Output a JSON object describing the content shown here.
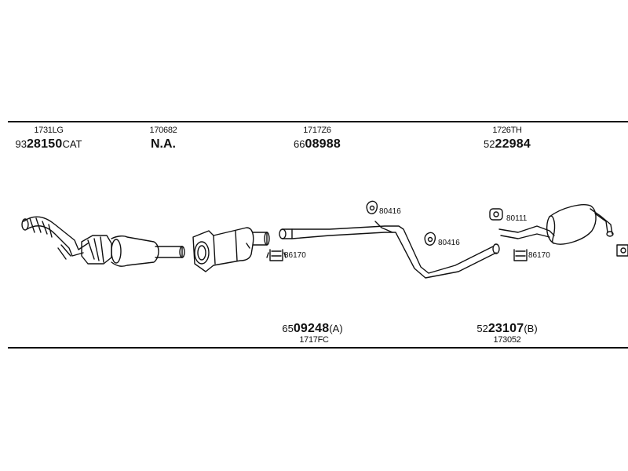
{
  "top_parts": [
    {
      "code": "1731LG",
      "prefix": "93",
      "number": "28150",
      "suffix": "CAT"
    },
    {
      "code": "170682",
      "text": "N.A."
    },
    {
      "code": "1717Z6",
      "prefix": "66",
      "number": "08988",
      "suffix": ""
    },
    {
      "code": "1726TH",
      "prefix": "52",
      "number": "22984",
      "suffix": ""
    }
  ],
  "bottom_parts": [
    {
      "prefix": "65",
      "number": "09248",
      "suffix": "(A)",
      "code": "1717FC"
    },
    {
      "prefix": "52",
      "number": "23107",
      "suffix": "(B)",
      "code": "173052"
    }
  ],
  "callouts": {
    "clamp_left": "86170",
    "ring_upper": "80416",
    "ring_middle": "80416",
    "ring_right": "80111",
    "clamp_right": "86170"
  }
}
